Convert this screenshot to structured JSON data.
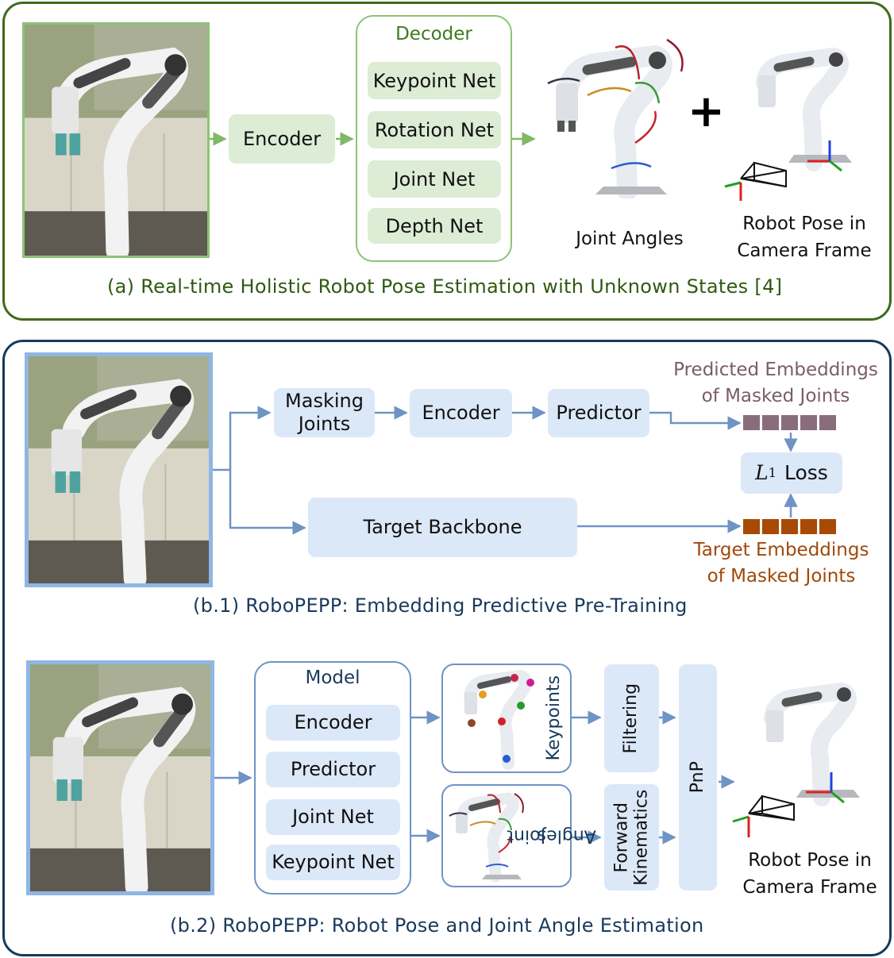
{
  "panel_a": {
    "encoder": "Encoder",
    "decoder_title": "Decoder",
    "decoder_items": [
      "Keypoint Net",
      "Rotation Net",
      "Joint Net",
      "Depth Net"
    ],
    "plus": "+",
    "joint_angles": "Joint Angles",
    "robot_pose_line1": "Robot Pose in",
    "robot_pose_line2": "Camera Frame",
    "caption": "(a) Real-time Holistic Robot Pose Estimation with Unknown States [4]"
  },
  "panel_b1": {
    "masking_line1": "Masking",
    "masking_line2": "Joints",
    "encoder": "Encoder",
    "predictor": "Predictor",
    "target_backbone": "Target Backbone",
    "loss_symbol": "L",
    "loss_sub": "1",
    "loss_word": "Loss",
    "pred_emb_line1": "Predicted Embeddings",
    "pred_emb_line2": "of Masked Joints",
    "target_emb_line1": "Target Embeddings",
    "target_emb_line2": "of Masked Joints",
    "caption": "(b.1) RoboPEPP: Embedding Predictive Pre-Training"
  },
  "panel_b2": {
    "model_title": "Model",
    "model_items": [
      "Encoder",
      "Predictor",
      "Joint Net",
      "Keypoint Net"
    ],
    "keypoints": "Keypoints",
    "joint_angles_line1": "Joint",
    "joint_angles_line2": "Angles",
    "filtering": "Filtering",
    "fk_line1": "Forward",
    "fk_line2": "Kinematics",
    "pnp": "PnP",
    "robot_pose_line1": "Robot Pose in",
    "robot_pose_line2": "Camera Frame",
    "caption": "(b.2) RoboPEPP: Robot Pose and Joint Angle Estimation"
  },
  "colors": {
    "panel_a_border": "#3f6b1a",
    "panel_b_border": "#173a5c",
    "green_box": "#dcecd5",
    "blue_box": "#dbe8f8",
    "green_arrow": "#7fb866",
    "blue_arrow": "#6f93c4",
    "predicted_embedding": "#8a6d7c",
    "target_embedding": "#a84a05",
    "caption_a": "#2e5a12",
    "caption_b": "#1a3a5c"
  }
}
